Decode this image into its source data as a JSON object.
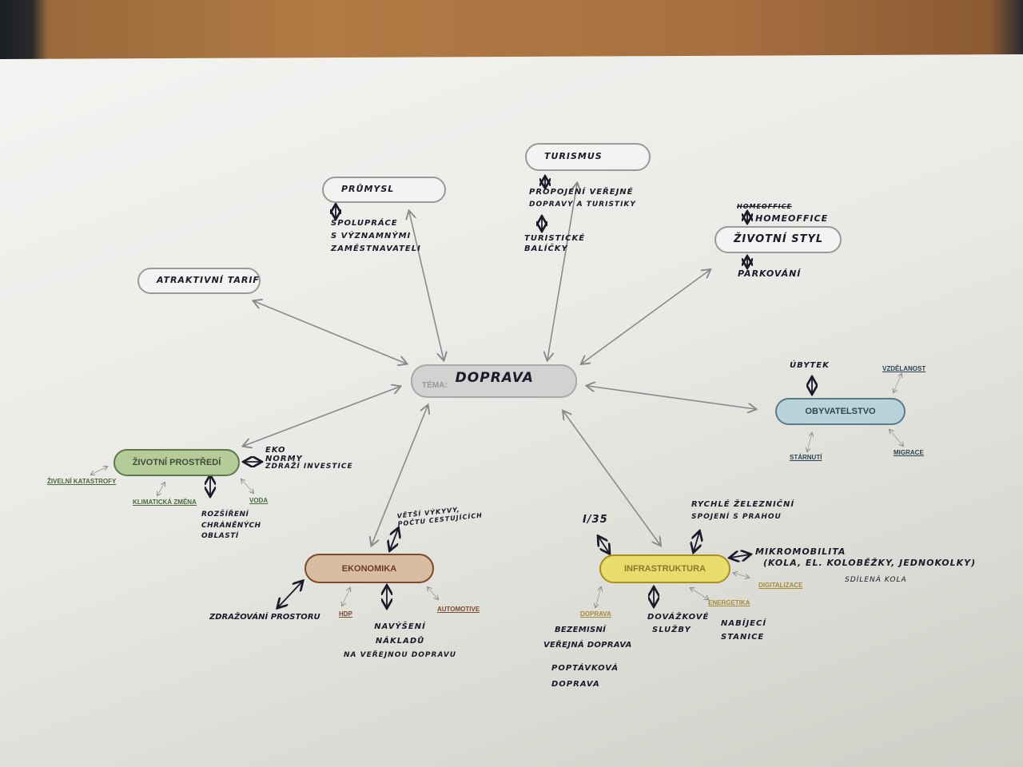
{
  "center": {
    "label": "TÉMA:",
    "title": "DOPRAVA"
  },
  "blank_nodes": {
    "prumysl": "PRŮMYSL",
    "turismus": "TURISMUS",
    "atraktivni_tarif": "ATRAKTIVNÍ TARIF",
    "zivotni_styl": "ŽIVOTNÍ STYL"
  },
  "notes": {
    "prumysl": [
      "SPOLUPRÁCE",
      "S VÝZNAMNÝMI",
      "ZAMĚSTNAVATELI"
    ],
    "turismus": [
      "PROPOJENÍ VEŘEJNÉ",
      "DOPRAVY A TURISTIKY",
      "TURISTICKÉ",
      "BALÍČKY"
    ],
    "zivotni_styl": {
      "crossed": "HOMEOFFICE",
      "top": "HOMEOFFICE",
      "bottom": "PARKOVÁNÍ"
    }
  },
  "zivotni_prostredi": {
    "title": "ŽIVOTNÍ PROSTŘEDÍ",
    "labels": [
      "ŽIVELNÍ KATASTROFY",
      "KLIMATICKÁ ZMĚNA",
      "VODA"
    ],
    "notes": [
      "EKO",
      "NORMY",
      "ZDRAŽÍ INVESTICE",
      "ROZŠÍŘENÍ",
      "CHRÁNĚNÝCH",
      "OBLASTÍ"
    ]
  },
  "obyvatelstvo": {
    "title": "OBYVATELSTVO",
    "labels": [
      "VZDĚLANOST",
      "STÁRNUTÍ",
      "MIGRACE"
    ],
    "notes": [
      "ÚBYTEK"
    ]
  },
  "ekonomika": {
    "title": "EKONOMIKA",
    "labels": [
      "HDP",
      "AUTOMOTIVE"
    ],
    "notes": [
      "VĚTŠÍ VÝKYVY,",
      "POČTU CESTUJÍCÍCH",
      "ZDRAŽOVÁNÍ PROSTORU",
      "NAVÝŠENÍ",
      "NÁKLADŮ",
      "NA VEŘEJNOU DOPRAVU"
    ]
  },
  "infrastruktura": {
    "title": "INFRASTRUKTURA",
    "labels": [
      "DOPRAVA",
      "ENERGETIKA",
      "DIGITALIZACE"
    ],
    "notes": [
      "I/35",
      "RYCHLÉ ŽELEZNIČNÍ",
      "SPOJENÍ S PRAHOU",
      "MIKROMOBILITA",
      "(KOLA, EL. KOLOBĚŽKY, JEDNOKOLKY)",
      "SDÍLENÁ KOLA",
      "BEZEMISNÍ",
      "VEŘEJNÁ DOPRAVA",
      "POPTÁVKOVÁ",
      "DOPRAVA",
      "DOVÁŽKOVÉ",
      "SLUŽBY",
      "NABÍJECÍ",
      "STANICE"
    ]
  },
  "colors": {
    "green": "#b5cc98",
    "blue": "#b8d3da",
    "brown": "#d9bda0",
    "yellow": "#e8dc6a"
  }
}
